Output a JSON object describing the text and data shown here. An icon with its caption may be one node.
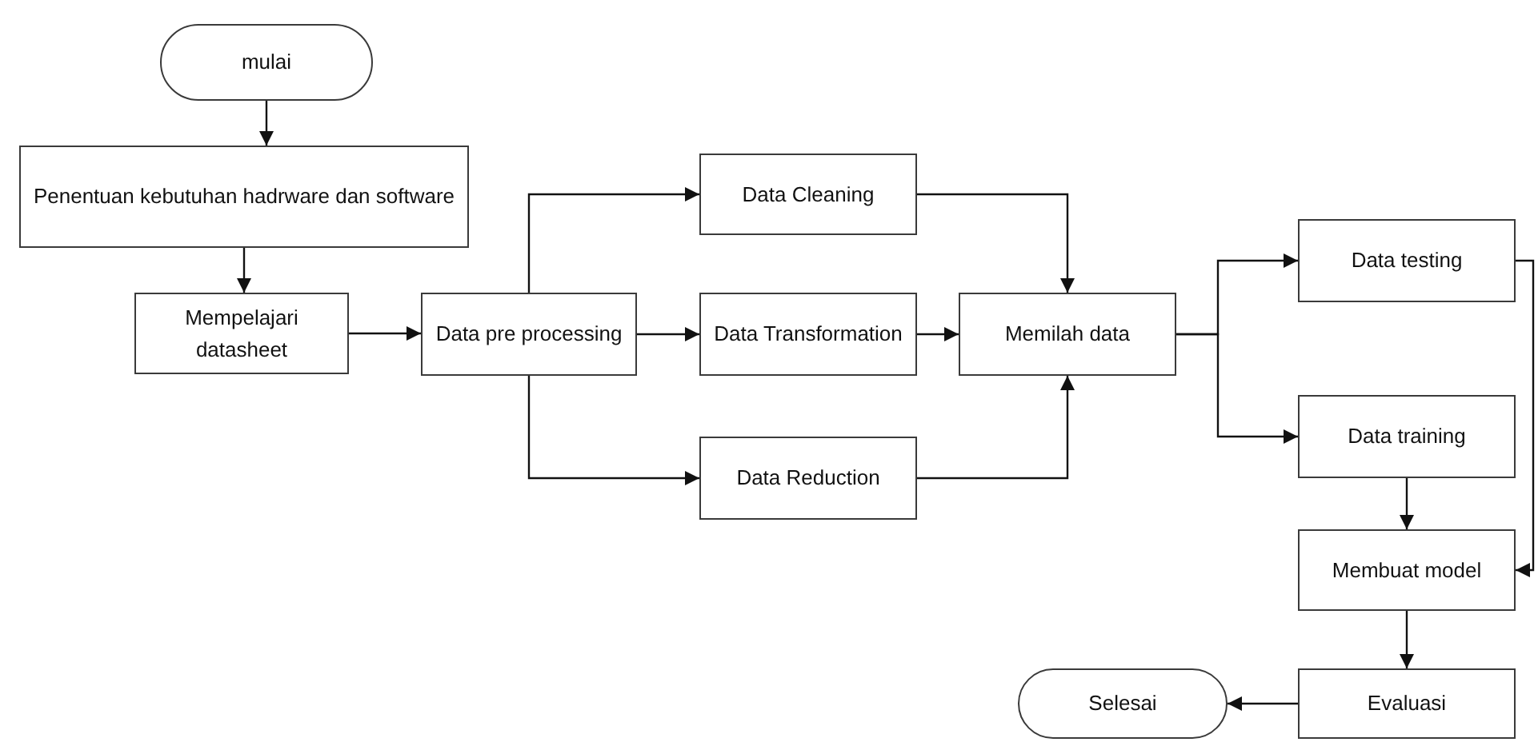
{
  "diagram": {
    "nodes": [
      {
        "text": [
          "mulai"
        ]
      },
      {
        "text": [
          "Penentuan kebutuhan hadrware dan software"
        ]
      },
      {
        "text": [
          "Mempelajari datasheet"
        ]
      },
      {
        "text": [
          "Data pre processing"
        ]
      },
      {
        "text": [
          "Data Cleaning"
        ]
      },
      {
        "text": [
          "Data Transformation"
        ]
      },
      {
        "text": [
          "Data Reduction"
        ]
      },
      {
        "text": [
          "Memilah data"
        ]
      },
      {
        "text": [
          "Data testing"
        ]
      },
      {
        "text": [
          "Data training"
        ]
      },
      {
        "text": [
          "Membuat model"
        ]
      },
      {
        "text": [
          "Evaluasi"
        ]
      },
      {
        "text": [
          "Selesai"
        ]
      }
    ],
    "edges": [
      {
        "from": 0,
        "to": 1,
        "arrow": "to"
      },
      {
        "from": 1,
        "to": 2,
        "arrow": "to"
      },
      {
        "from": 2,
        "to": 3,
        "arrow": "to"
      },
      {
        "from": 3,
        "to": 4,
        "arrow": "to"
      },
      {
        "from": 3,
        "to": 5,
        "arrow": "to"
      },
      {
        "from": 3,
        "to": 6,
        "arrow": "to"
      },
      {
        "from": 4,
        "to": 7,
        "arrow": "to"
      },
      {
        "from": 5,
        "to": 7,
        "arrow": "to"
      },
      {
        "from": 6,
        "to": 7,
        "arrow": "to"
      },
      {
        "from": 7,
        "to": 8,
        "arrow": "to"
      },
      {
        "from": 7,
        "to": 9,
        "arrow": "to"
      },
      {
        "from": 8,
        "to": 10,
        "arrow": "to"
      },
      {
        "from": 9,
        "to": 10,
        "arrow": "to"
      },
      {
        "from": 10,
        "to": 11,
        "arrow": "to"
      },
      {
        "from": 11,
        "to": 12,
        "arrow": "to"
      }
    ]
  }
}
